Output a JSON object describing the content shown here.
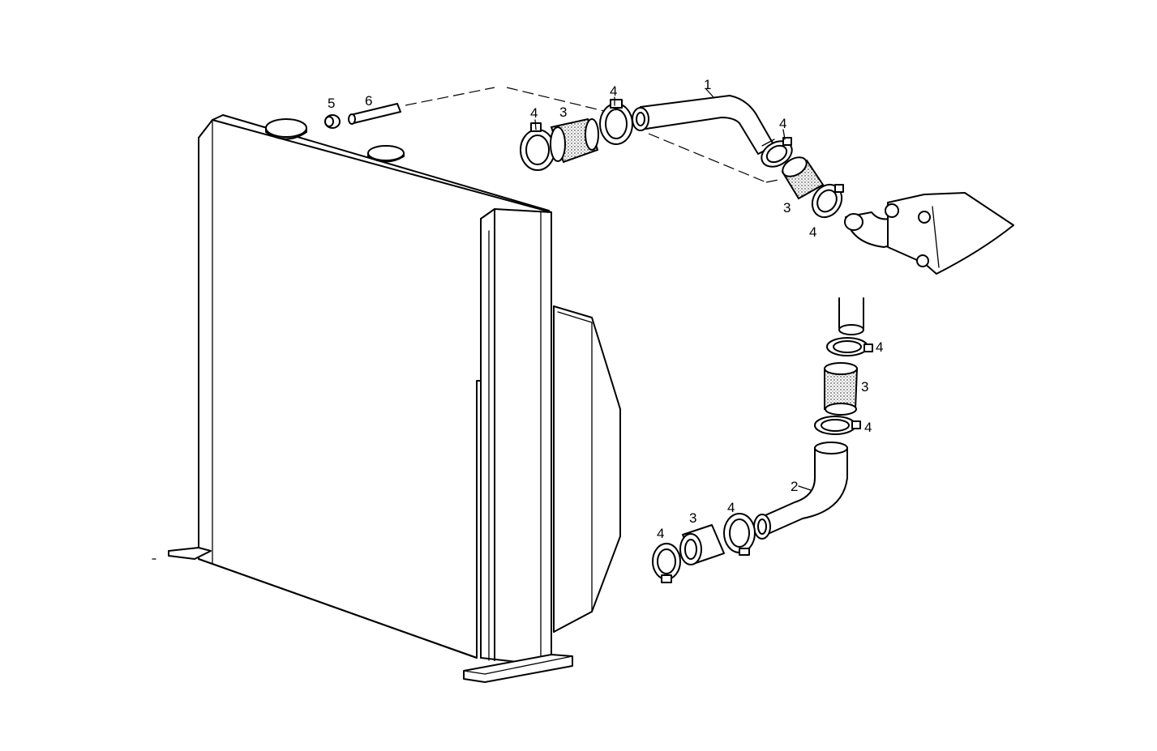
{
  "callouts": {
    "c1": "1",
    "c2": "2",
    "c3a": "3",
    "c3b": "3",
    "c3c": "3",
    "c3d": "3",
    "c4a": "4",
    "c4b": "4",
    "c4c": "4",
    "c4d": "4",
    "c4e": "4",
    "c4f": "4",
    "c4g": "4",
    "c4h": "4",
    "c5": "5",
    "c6": "6"
  },
  "colors": {
    "line": "#000000",
    "background": "#ffffff"
  }
}
